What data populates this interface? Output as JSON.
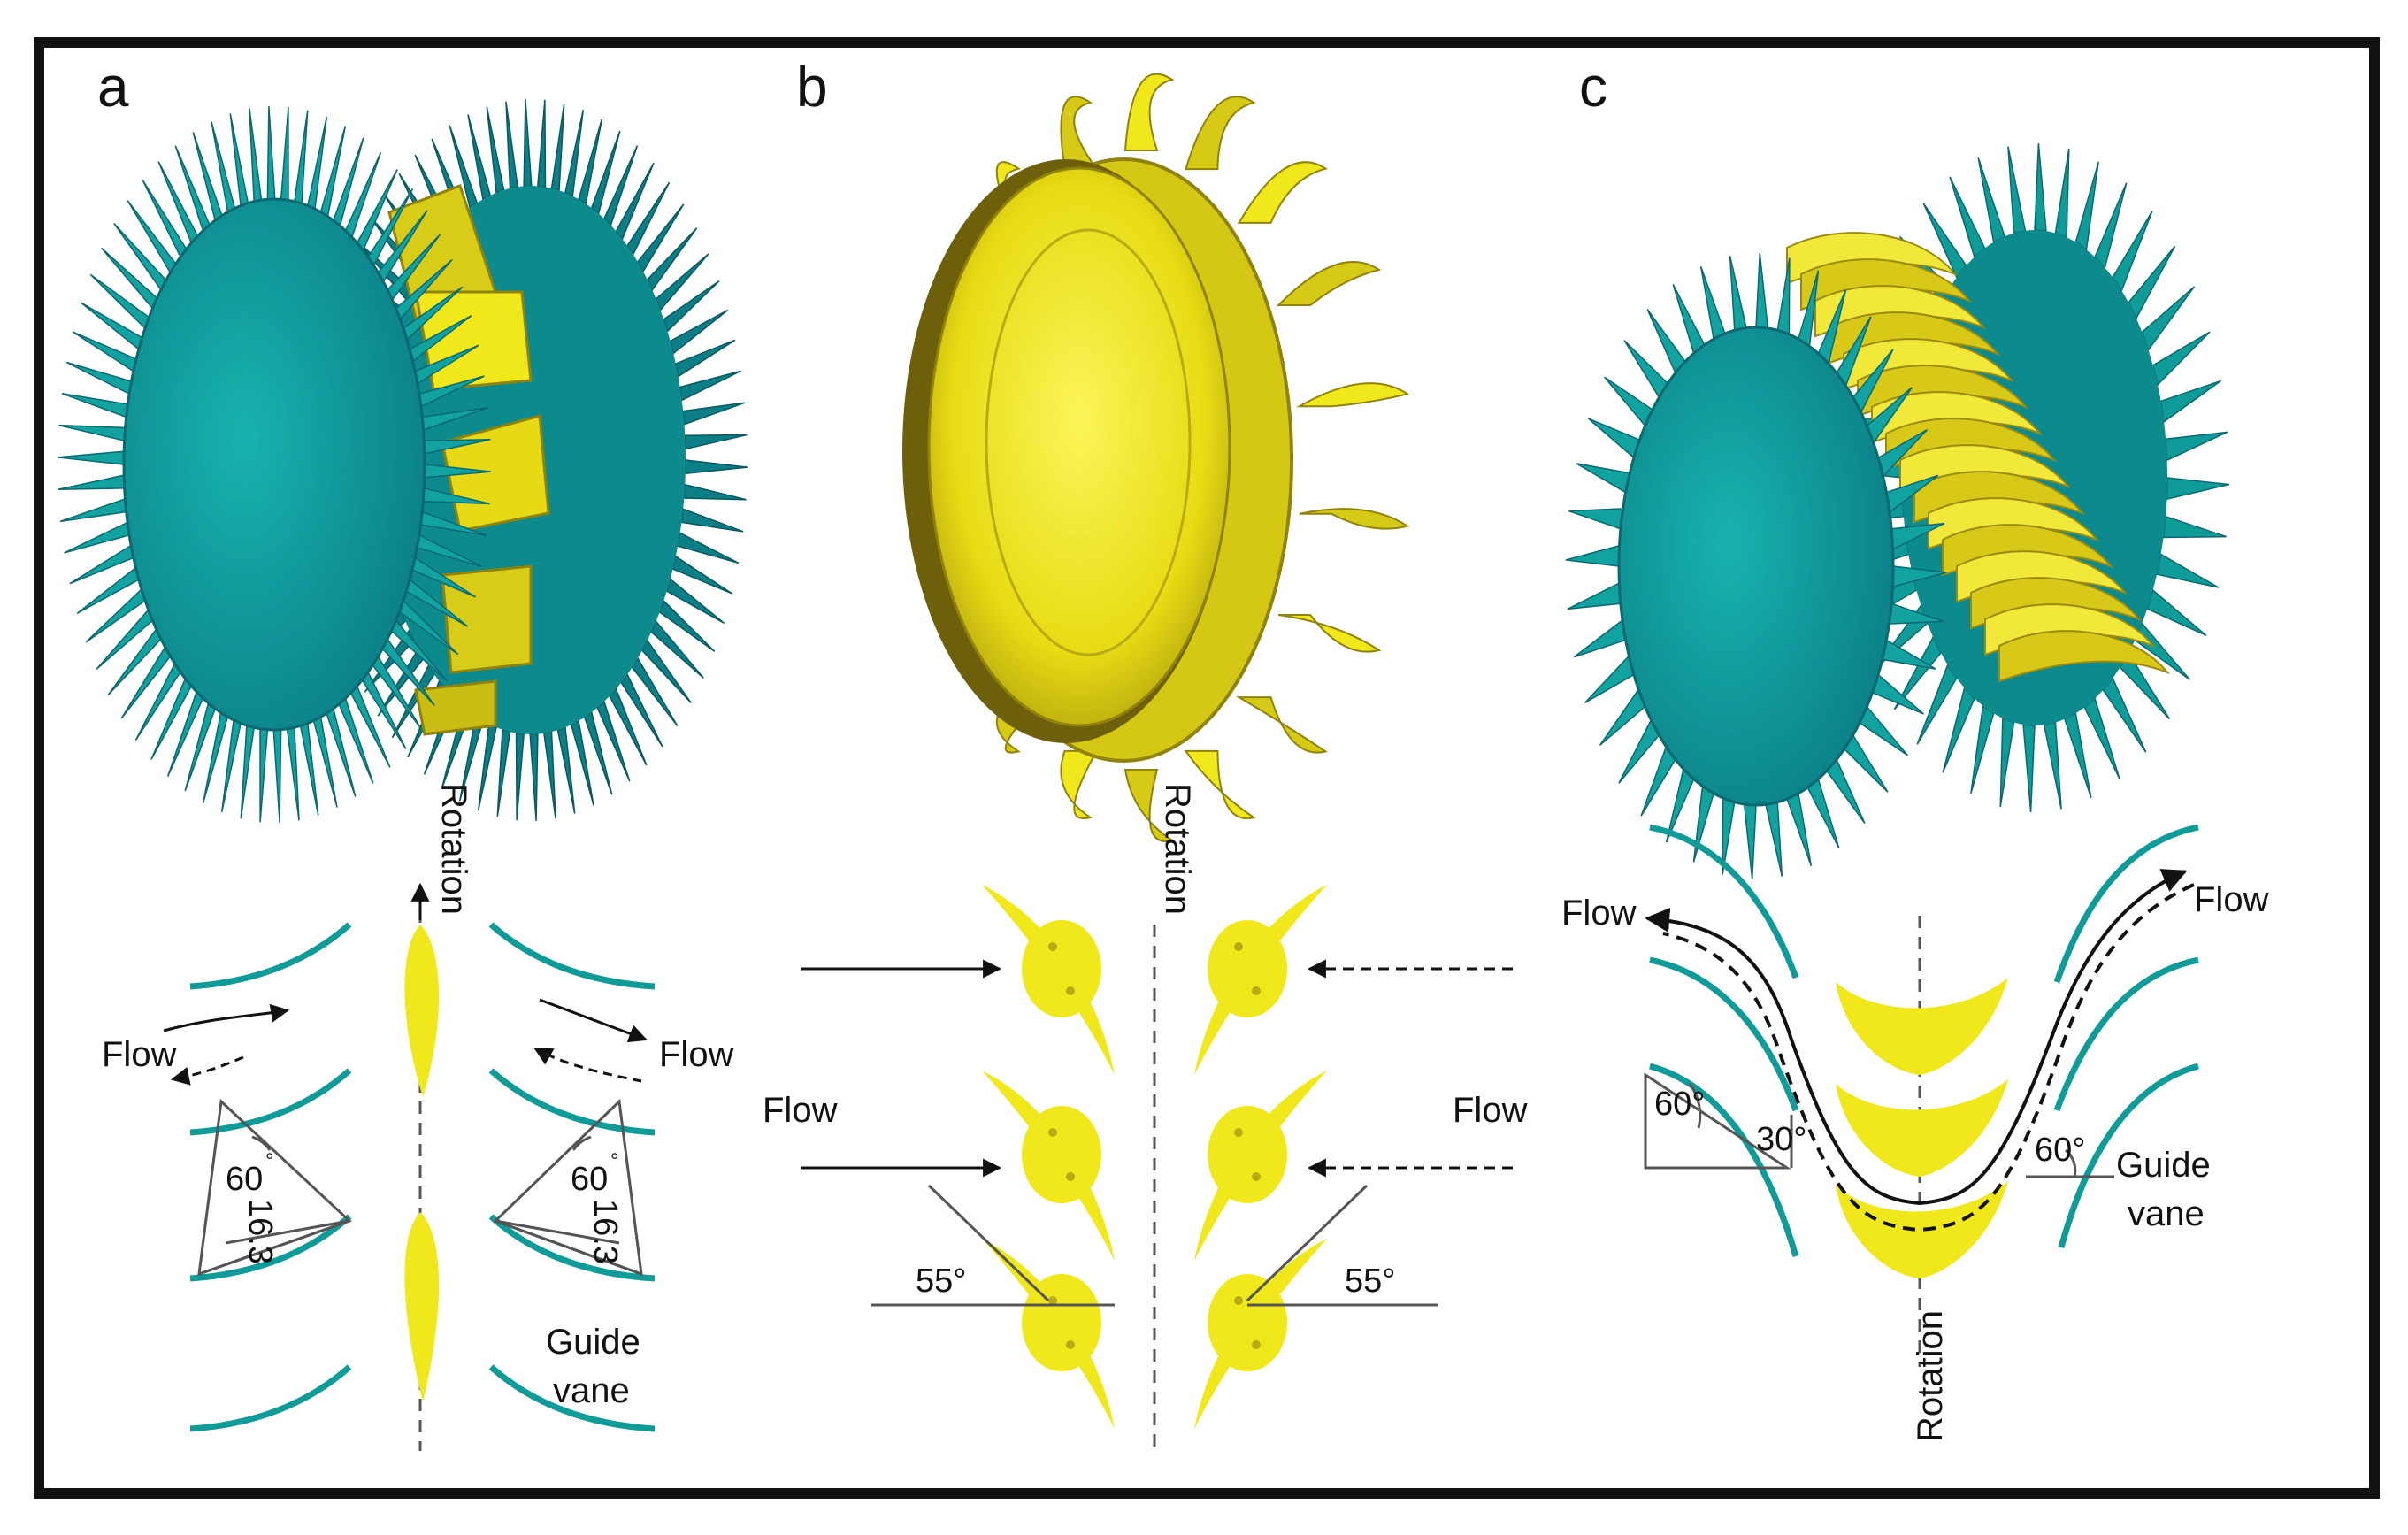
{
  "panels": [
    {
      "letter": "a",
      "rotation_label": "Rotation",
      "flow_left": "Flow",
      "flow_right": "Flow",
      "angle_1": "60",
      "angle_2": "16.3",
      "angle_1_deg": "°",
      "guide_label_1": "Guide",
      "guide_label_2": "vane"
    },
    {
      "letter": "b",
      "rotation_label": "Rotation",
      "flow_left": "Flow",
      "flow_right": "Flow",
      "angle_left": "55°",
      "angle_right": "55°"
    },
    {
      "letter": "c",
      "rotation_label": "Rotation",
      "flow_left": "Flow",
      "flow_right": "Flow",
      "angle_1": "60°",
      "angle_2": "30°",
      "angle_3": "60°",
      "guide_label_1": "Guide",
      "guide_label_2": "vane"
    }
  ],
  "colors": {
    "teal": "#0f9b98",
    "teal_dark": "#0b6f78",
    "yellow": "#f0e81a",
    "yellow_dark": "#a89a10",
    "line": "#555555",
    "black": "#111111"
  }
}
